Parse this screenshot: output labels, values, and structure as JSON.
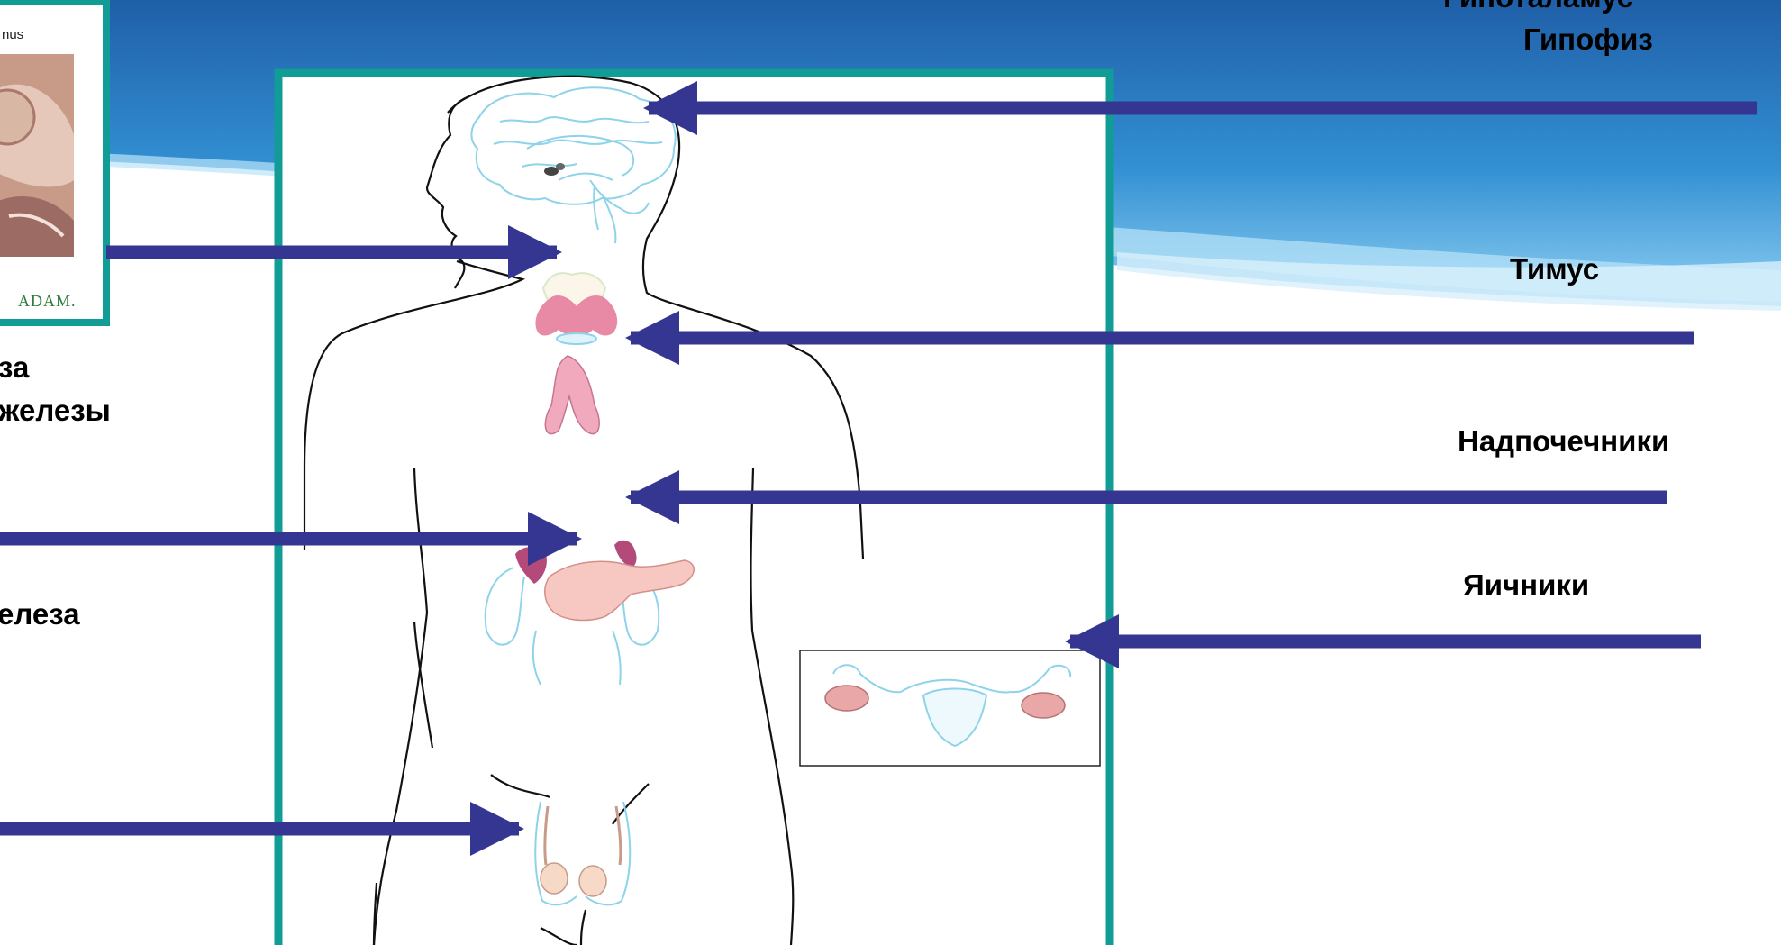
{
  "colors": {
    "header_top": "#1f5fa8",
    "header_mid": "#3f9ad8",
    "frame": "#119d96",
    "arrow": "#353592",
    "gland_pink": "#e88aa5",
    "gland_dark": "#b34a7a",
    "brain_outline": "#8ed3ea"
  },
  "labels": {
    "hypothalamus": "Гипоталамус",
    "pituitary": "Гипофиз",
    "thymus": "Тимус",
    "adrenals": "Надпочечники",
    "ovaries": "Яичники",
    "left_line_1": "за",
    "left_line_2": "железы",
    "left_line_3": "елеза"
  },
  "thumbnail": {
    "caption": "nus",
    "logo": "ADAM."
  }
}
